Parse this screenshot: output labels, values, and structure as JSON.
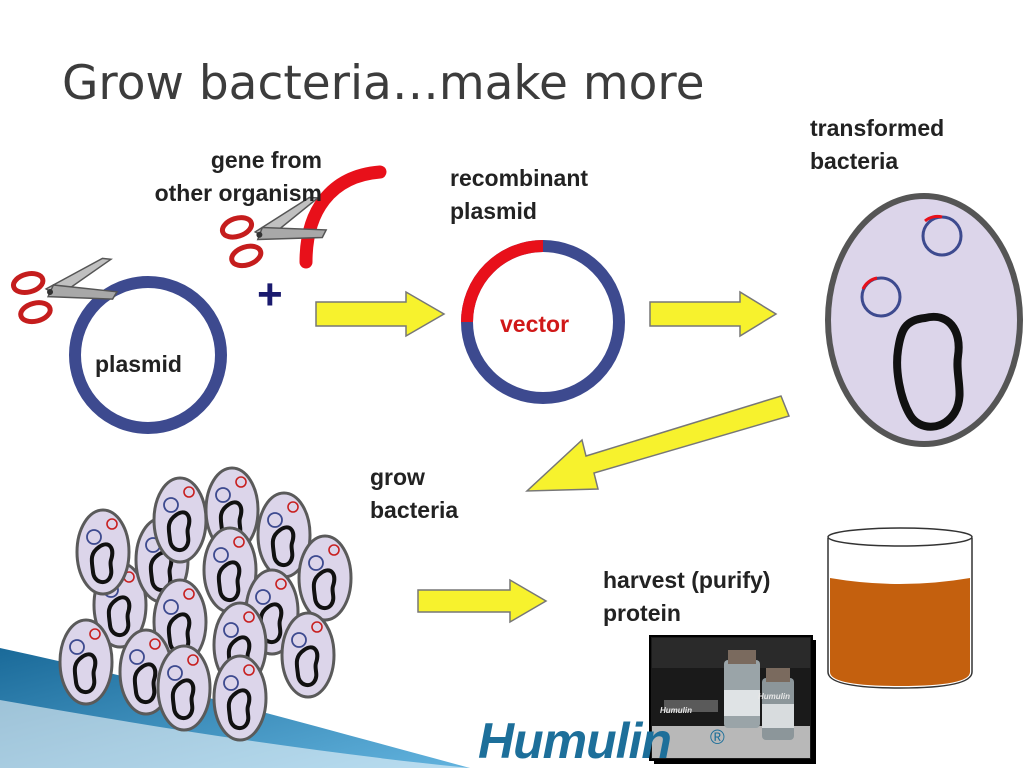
{
  "slide": {
    "title": "Grow bacteria…make more",
    "labels": {
      "gene_line1": "gene from",
      "gene_line2": "other organism",
      "recombinant_line1": "recombinant",
      "recombinant_line2": "plasmid",
      "transformed_line1": "transformed",
      "transformed_line2": "bacteria",
      "plasmid": "plasmid",
      "vector": "vector",
      "grow_line1": "grow",
      "grow_line2": "bacteria",
      "harvest_line1": "harvest (purify)",
      "harvest_line2": "protein",
      "plus": "+"
    },
    "logo": {
      "text": "Humulin",
      "registered": "®"
    },
    "vial_label": "Humulin"
  },
  "colors": {
    "plasmid_blue": "#3d4a8f",
    "insert_red": "#e8101a",
    "arrow_yellow": "#f7f22d",
    "cell_fill": "#dcd5ea",
    "cell_outline": "#5a5a5a",
    "jar_liquid": "#c4600e",
    "title_gray": "#3c3c3c",
    "logo_blue": "#1d6f9a"
  }
}
